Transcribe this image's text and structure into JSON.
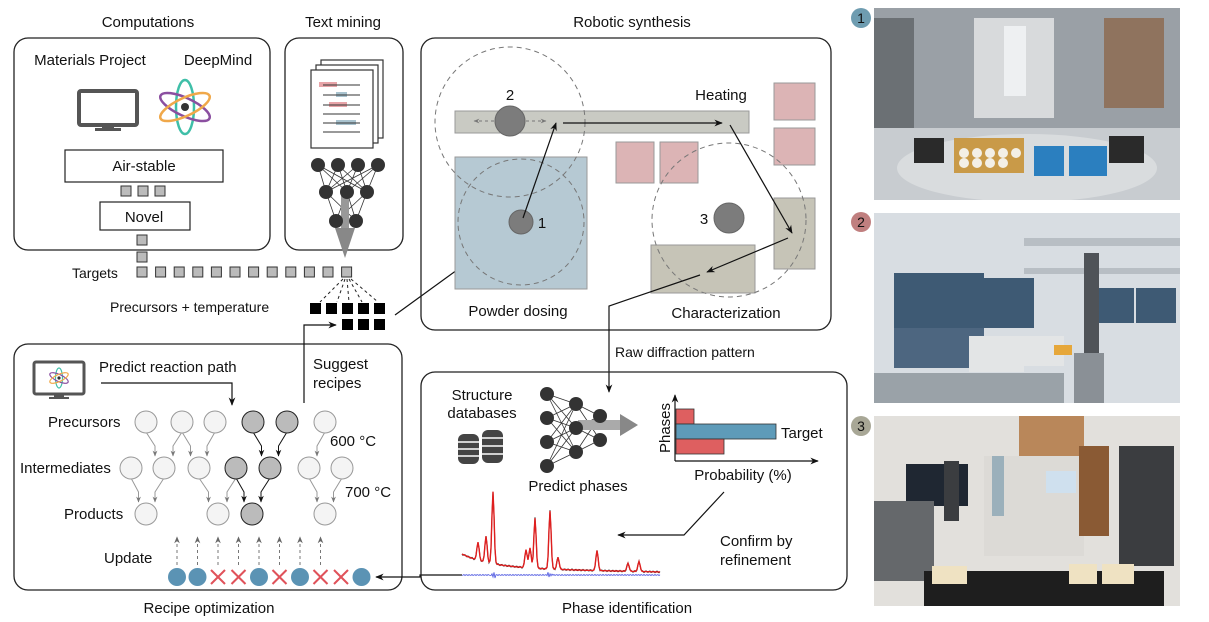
{
  "panels": {
    "computations": {
      "title": "Computations",
      "sources": [
        "Materials Project",
        "DeepMind"
      ],
      "filter_1": "Air-stable",
      "filter_2": "Novel"
    },
    "text_mining": {
      "title": "Text mining"
    },
    "robotic_synthesis": {
      "title": "Robotic synthesis",
      "stations": {
        "heating": "Heating",
        "powder_dosing": "Powder dosing",
        "characterization": "Characterization"
      },
      "robot_labels": [
        "1",
        "2",
        "3"
      ]
    },
    "recipe_optimization": {
      "title": "Recipe optimization",
      "predict_label": "Predict reaction path",
      "suggest_label_line1": "Suggest",
      "suggest_label_line2": "recipes",
      "row_labels": [
        "Precursors",
        "Intermediates",
        "Products"
      ],
      "temps": [
        "600 °C",
        "700 °C"
      ],
      "update_label": "Update",
      "outcomes": [
        "success",
        "success",
        "fail",
        "fail",
        "success",
        "fail",
        "success",
        "fail",
        "fail",
        "success"
      ]
    },
    "phase_identification": {
      "title": "Phase identification",
      "db_label_line1": "Structure",
      "db_label_line2": "databases",
      "predict_label": "Predict phases",
      "chart_ylabel": "Phases",
      "chart_xlabel": "Probability (%)",
      "chart_target_label": "Target",
      "phase_probabilities": [
        0.18,
        1.0,
        0.48
      ],
      "phase_kinds": [
        "other",
        "target",
        "other"
      ],
      "confirm_line1": "Confirm by",
      "confirm_line2": "refinement"
    }
  },
  "flow_labels": {
    "targets": "Targets",
    "precursors_temperature": "Precursors + temperature",
    "raw_diffraction": "Raw diffraction pattern"
  },
  "photos": [
    {
      "badge": "1",
      "badge_color": "#6e9cb0",
      "subject": "Powder dosing station"
    },
    {
      "badge": "2",
      "badge_color": "#c07f7f",
      "subject": "Heating furnaces with robot arm"
    },
    {
      "badge": "3",
      "badge_color": "#a8a796",
      "subject": "Characterization station with robot arm"
    }
  ],
  "colors": {
    "success": "#5b93b4",
    "fail": "#e0525a",
    "dosing_area": "#b6c9d3",
    "rail": "#c9cac3",
    "furnace": "#dcb4b5",
    "char_box": "#c6c4b7",
    "robot": "#7c7c7c",
    "target_bar": "#5e9bb9",
    "other_bar": "#de5f60"
  }
}
